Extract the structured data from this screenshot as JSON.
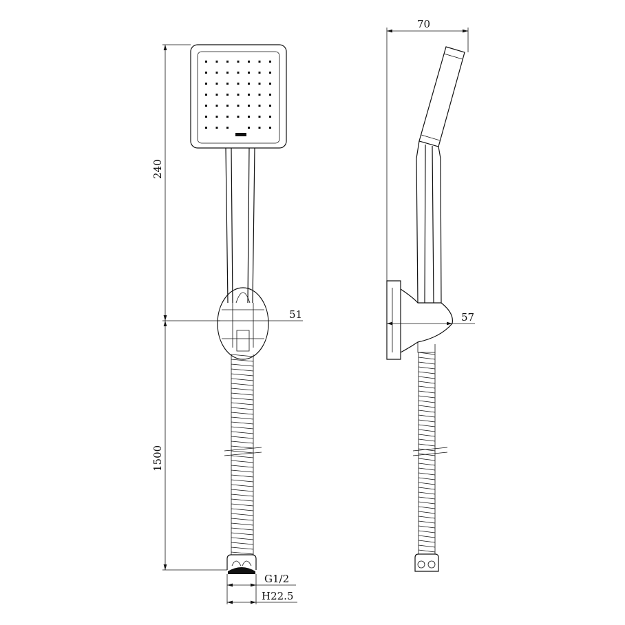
{
  "front_view": {
    "height_head_label": "240",
    "hose_length_label": "1500",
    "holder_width_label": "51",
    "thread_label": "G1/2",
    "nut_label": "H22.5"
  },
  "side_view": {
    "head_depth_label": "70",
    "holder_depth_label": "57"
  },
  "colors": {
    "line": "#111111",
    "background": "#ffffff"
  }
}
